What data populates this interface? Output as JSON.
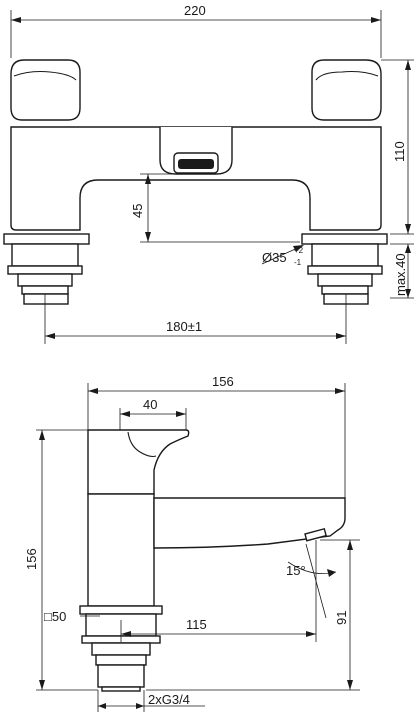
{
  "front_view": {
    "overall_width": "220",
    "overall_height": "110",
    "spout_height": "45",
    "connector_diameter": "Ø35",
    "diameter_tolerance_upper": "+2",
    "diameter_tolerance_lower": "-1",
    "deck_thickness": "max.40",
    "centre_distance": "180±1"
  },
  "side_view": {
    "overall_depth": "156",
    "handle_depth": "40",
    "overall_height": "156",
    "base_size": "□50",
    "spout_projection": "115",
    "spout_outlet_height": "91",
    "spout_angle": "15°",
    "thread_spec": "2xG3/4"
  },
  "colors": {
    "line": "#1a1a1a",
    "background": "#ffffff"
  }
}
